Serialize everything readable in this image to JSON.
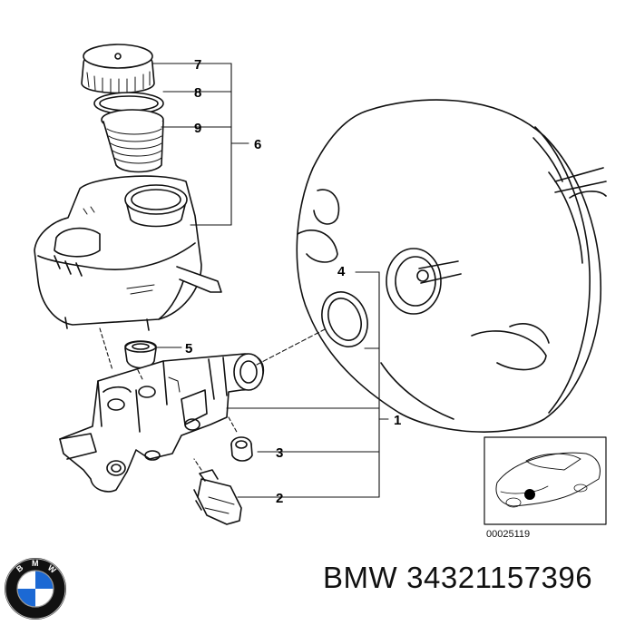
{
  "callouts": {
    "c1": "1",
    "c2": "2",
    "c3": "3",
    "c4": "4",
    "c5": "5",
    "c6": "6",
    "c7": "7",
    "c8": "8",
    "c9": "9"
  },
  "inset": {
    "image_code": "00025119"
  },
  "footer": {
    "brand": "BMW",
    "part_number": "34321157396"
  },
  "logo": {
    "letters": "BMW",
    "colors": {
      "blue": "#1c69d4",
      "ring": "#111111"
    }
  }
}
